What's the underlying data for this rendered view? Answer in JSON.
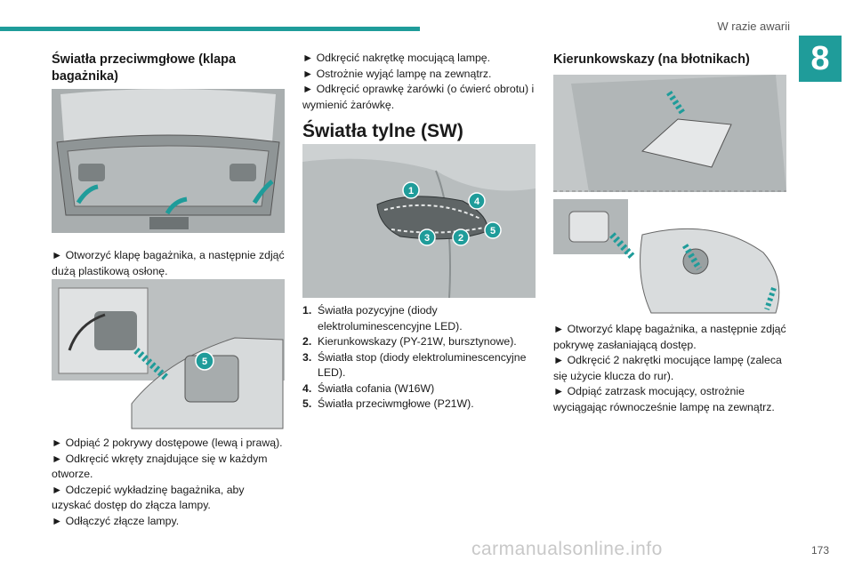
{
  "header": {
    "section": "W razie awarii",
    "chapter": "8"
  },
  "col1": {
    "heading": "Światła przeciwmgłowe (klapa bagażnika)",
    "steps_a": [
      "► Otworzyć klapę bagażnika, a następnie zdjąć dużą plastikową osłonę."
    ],
    "steps_b": [
      "► Odpiąć 2 pokrywy dostępowe (lewą i prawą).",
      "► Odkręcić wkręty znajdujące się w każdym otworze.",
      "► Odczepić wykładzinę bagażnika, aby uzyskać dostęp do złącza lampy.",
      "► Odłączyć złącze lampy."
    ],
    "fig2_callout": "5"
  },
  "col2": {
    "steps": [
      "► Odkręcić nakrętkę mocującą lampę.",
      "► Ostrożnie wyjąć lampę na zewnątrz.",
      "► Odkręcić oprawkę żarówki (o ćwierć obrotu) i wymienić żarówkę."
    ],
    "heading": "Światła tylne (SW)",
    "callouts": [
      "1",
      "2",
      "3",
      "4",
      "5"
    ],
    "list": [
      {
        "num": "1.",
        "text": "Światła pozycyjne (diody elektroluminescencyjne LED)."
      },
      {
        "num": "2.",
        "text": "Kierunkowskazy (PY-21W, bursztynowe)."
      },
      {
        "num": "3.",
        "text": "Światła stop (diody elektroluminescencyjne LED)."
      },
      {
        "num": "4.",
        "text": "Światła cofania (W16W)"
      },
      {
        "num": "5.",
        "text": "Światła przeciwmgłowe (P21W)."
      }
    ]
  },
  "col3": {
    "heading": "Kierunkowskazy (na błotnikach)",
    "steps": [
      "► Otworzyć klapę bagażnika, a następnie zdjąć pokrywę zasłaniającą dostęp.",
      "► Odkręcić 2 nakrętki mocujące lampę (zaleca się użycie klucza do rur).",
      "► Odpiąć zatrzask mocujący, ostrożnie wyciągając równocześnie lampę na zewnątrz."
    ]
  },
  "footer": {
    "page_number": "173",
    "watermark": "carmanualsonline.info"
  }
}
